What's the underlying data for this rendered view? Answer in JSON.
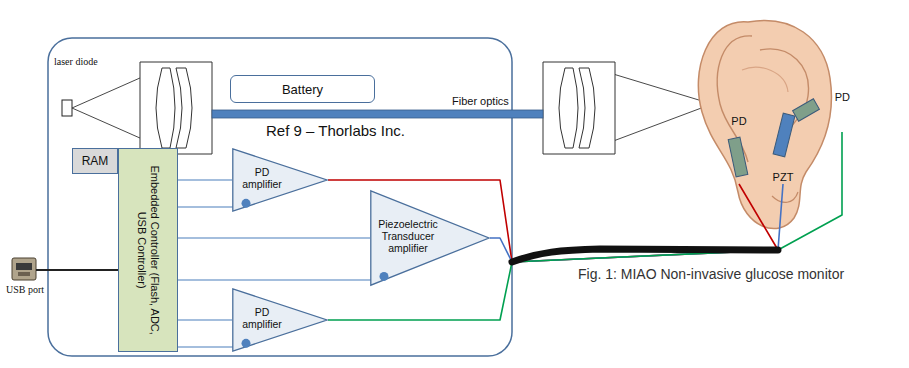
{
  "diagram": {
    "caption": "Fig. 1: MIAO Non-invasive glucose monitor",
    "nodes": [
      {
        "text": [
          "Battery"
        ]
      },
      {
        "text": [
          "RAM"
        ]
      },
      {
        "text": [
          "Embedded Controller (Flash, ADC, USB Controller)"
        ]
      },
      {
        "text": [
          "PD amplifier"
        ]
      },
      {
        "text": [
          "Piezoelectric Transducer amplifier"
        ]
      },
      {
        "text": [
          "PD amplifier"
        ]
      },
      {
        "text": [
          "PD"
        ]
      },
      {
        "text": [
          "PZT"
        ]
      },
      {
        "text": [
          "PD"
        ]
      }
    ],
    "edges": [
      {
        "from": 2,
        "to": 3,
        "arrow": "none"
      },
      {
        "from": 2,
        "to": 4,
        "arrow": "none"
      },
      {
        "from": 2,
        "to": 5,
        "arrow": "none"
      },
      {
        "from": 3,
        "to": 6,
        "arrow": "none"
      },
      {
        "from": 4,
        "to": 7,
        "arrow": "none"
      },
      {
        "from": 5,
        "to": 8,
        "arrow": "none"
      }
    ],
    "labels": [
      "laser diode",
      "Fiber optics",
      "Ref 9 – Thorlabs Inc.",
      "USB port"
    ]
  }
}
